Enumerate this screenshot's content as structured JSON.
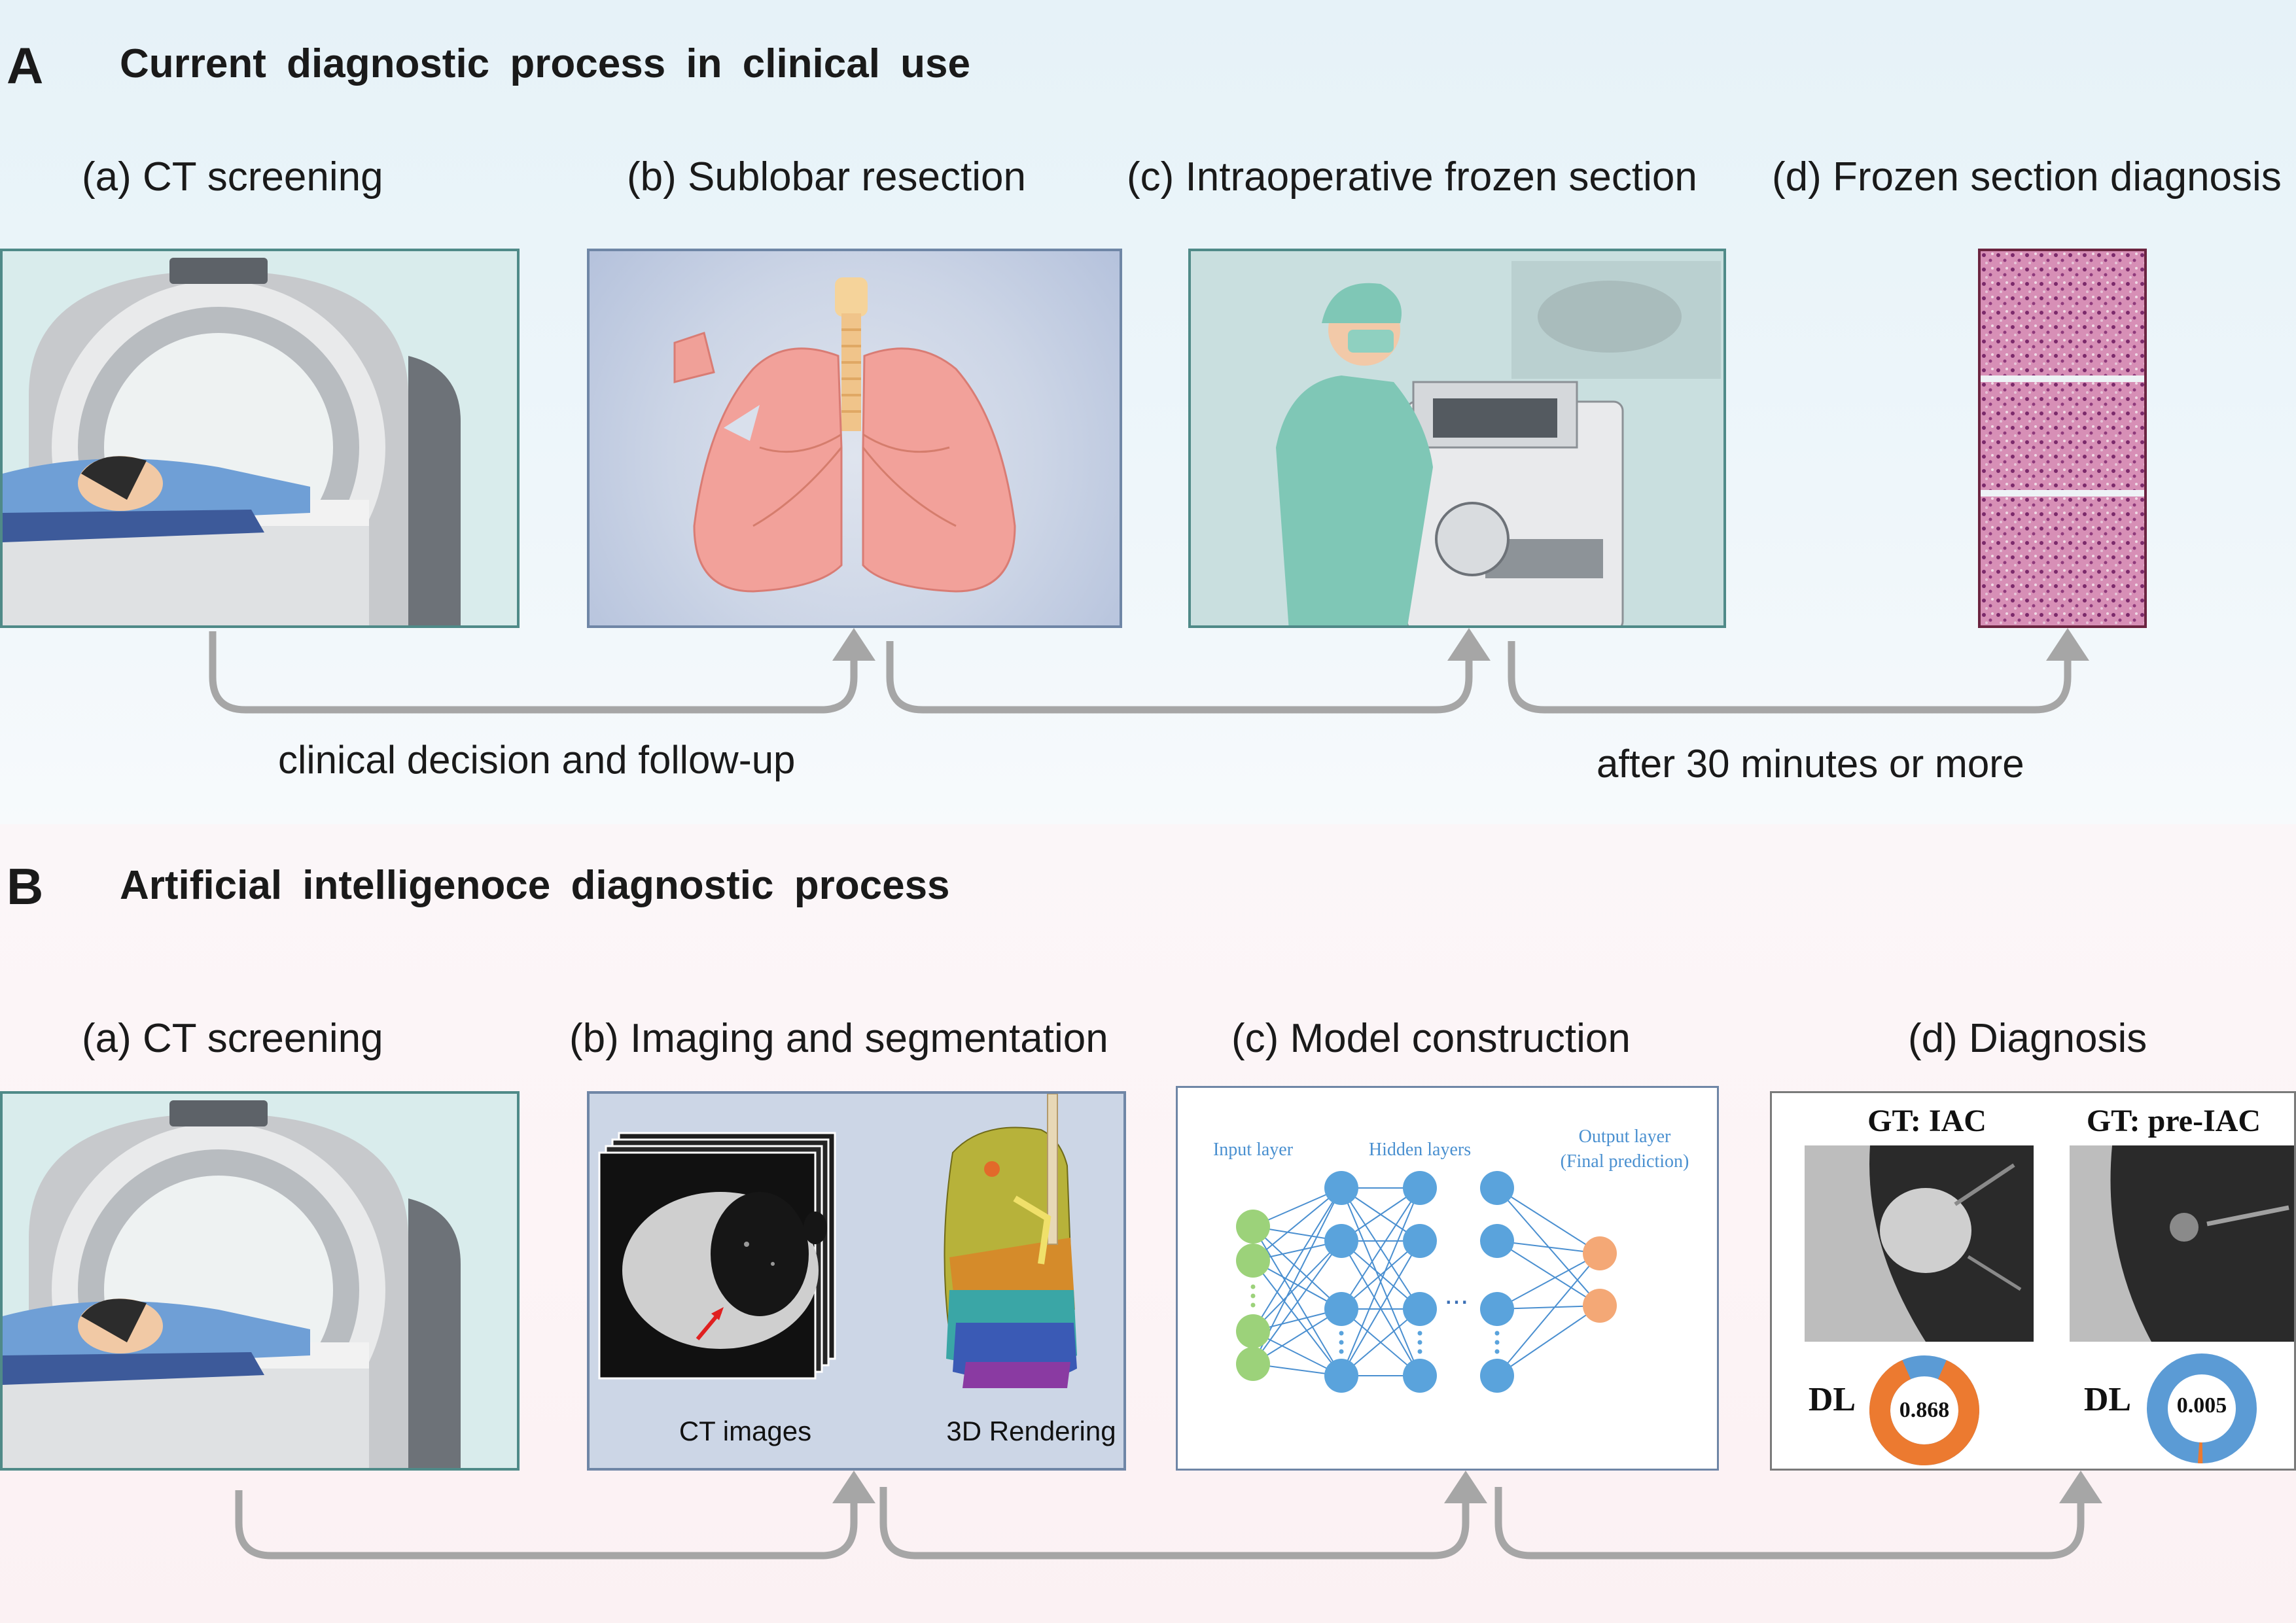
{
  "sectionA": {
    "letter": "A",
    "title": "Current diagnostic process in clinical use",
    "panels": [
      {
        "label": "(a)  CT screening"
      },
      {
        "label": "(b)   Sublobar resection"
      },
      {
        "label": "(c)  Intraoperative frozen section"
      },
      {
        "label": "(d)  Frozen section diagnosis"
      }
    ],
    "arrow_labels": [
      "clinical decision and follow-up",
      "after 30 minutes or more"
    ]
  },
  "sectionB": {
    "letter": "B",
    "title": "Artificial intelligenoce diagnostic process",
    "panels": [
      {
        "label": "(a) CT screening"
      },
      {
        "label": "(b) Imaging and segmentation"
      },
      {
        "label": "(c) Model construction"
      },
      {
        "label": "(d) Diagnosis"
      }
    ],
    "segmentation": {
      "left_caption": "CT images",
      "right_caption": "3D Rendering"
    },
    "network": {
      "input_label": "Input layer",
      "hidden_label": "Hidden layers",
      "output_label": "Output layer",
      "output_sublabel": "(Final prediction)",
      "ellipsis": "..."
    },
    "diagnosis": {
      "cases": [
        {
          "title": "GT: IAC",
          "dl_label": "DL",
          "score": "0.868",
          "fraction": 0.868
        },
        {
          "title": "GT: pre-IAC",
          "dl_label": "DL",
          "score": "0.005",
          "fraction": 0.005
        }
      ]
    }
  },
  "colors": {
    "arrow": "#a6a6a6",
    "frame_teal": "#4f8a88",
    "frame_blue": "#6f86a6",
    "node_blue": "#5aa3dc",
    "node_green": "#9cd27a",
    "node_orange": "#f4a876",
    "edge_blue": "#4a8fd0",
    "donut_orange": "#ec7a30",
    "donut_blue": "#5b9bd5",
    "network_text": "#4a90d0"
  }
}
